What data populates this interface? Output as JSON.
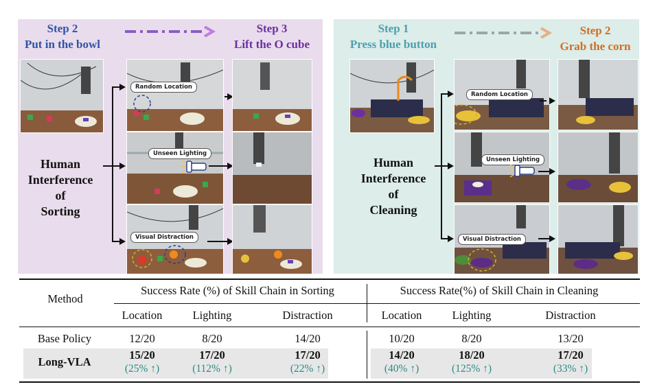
{
  "sorting": {
    "step_a": {
      "title": "Step 2",
      "subtitle": "Put in the bowl"
    },
    "step_b": {
      "title": "Step 3",
      "subtitle": "Lift the O cube"
    },
    "human_lines": [
      "Human",
      "Interference",
      "of",
      "Sorting"
    ],
    "tags": [
      "Random Location",
      "Unseen Lighting",
      "Visual Distraction"
    ]
  },
  "cleaning": {
    "step_a": {
      "title": "Step 1",
      "subtitle": "Press blue button"
    },
    "step_b": {
      "title": "Step 2",
      "subtitle": "Grab the corn"
    },
    "human_lines": [
      "Human",
      "Interference",
      "of",
      "Cleaning"
    ],
    "tags": [
      "Random Location",
      "Unseen Lighting",
      "Visual Distraction"
    ]
  },
  "table": {
    "method_header": "Method",
    "sorting_header": "Success Rate (%) of Skill Chain in Sorting",
    "cleaning_header": "Success Rate(%) of Skill Chain in Cleaning",
    "sub_headers": [
      "Location",
      "Lighting",
      "Distraction",
      "Location",
      "Lighting",
      "Distraction"
    ],
    "rows": [
      {
        "method": "Base Policy",
        "values": [
          "12/20",
          "8/20",
          "14/20",
          "10/20",
          "8/20",
          "13/20"
        ],
        "gains": []
      },
      {
        "method": "Long-VLA",
        "values": [
          "15/20",
          "17/20",
          "17/20",
          "14/20",
          "18/20",
          "17/20"
        ],
        "gains": [
          "(25% ↑)",
          "(112% ↑)",
          "(22% ↑)",
          "(40% ↑)",
          "(125% ↑)",
          "(33% ↑)"
        ]
      }
    ]
  },
  "colors": {
    "sorting_panel": "#e9dcec",
    "cleaning_panel": "#dcedea",
    "step_blue": "#2f53a6",
    "step_purple": "#6b2fa3",
    "step_teal": "#4c9fae",
    "step_orange": "#cf6f22",
    "gain_teal": "#2a8a85"
  }
}
